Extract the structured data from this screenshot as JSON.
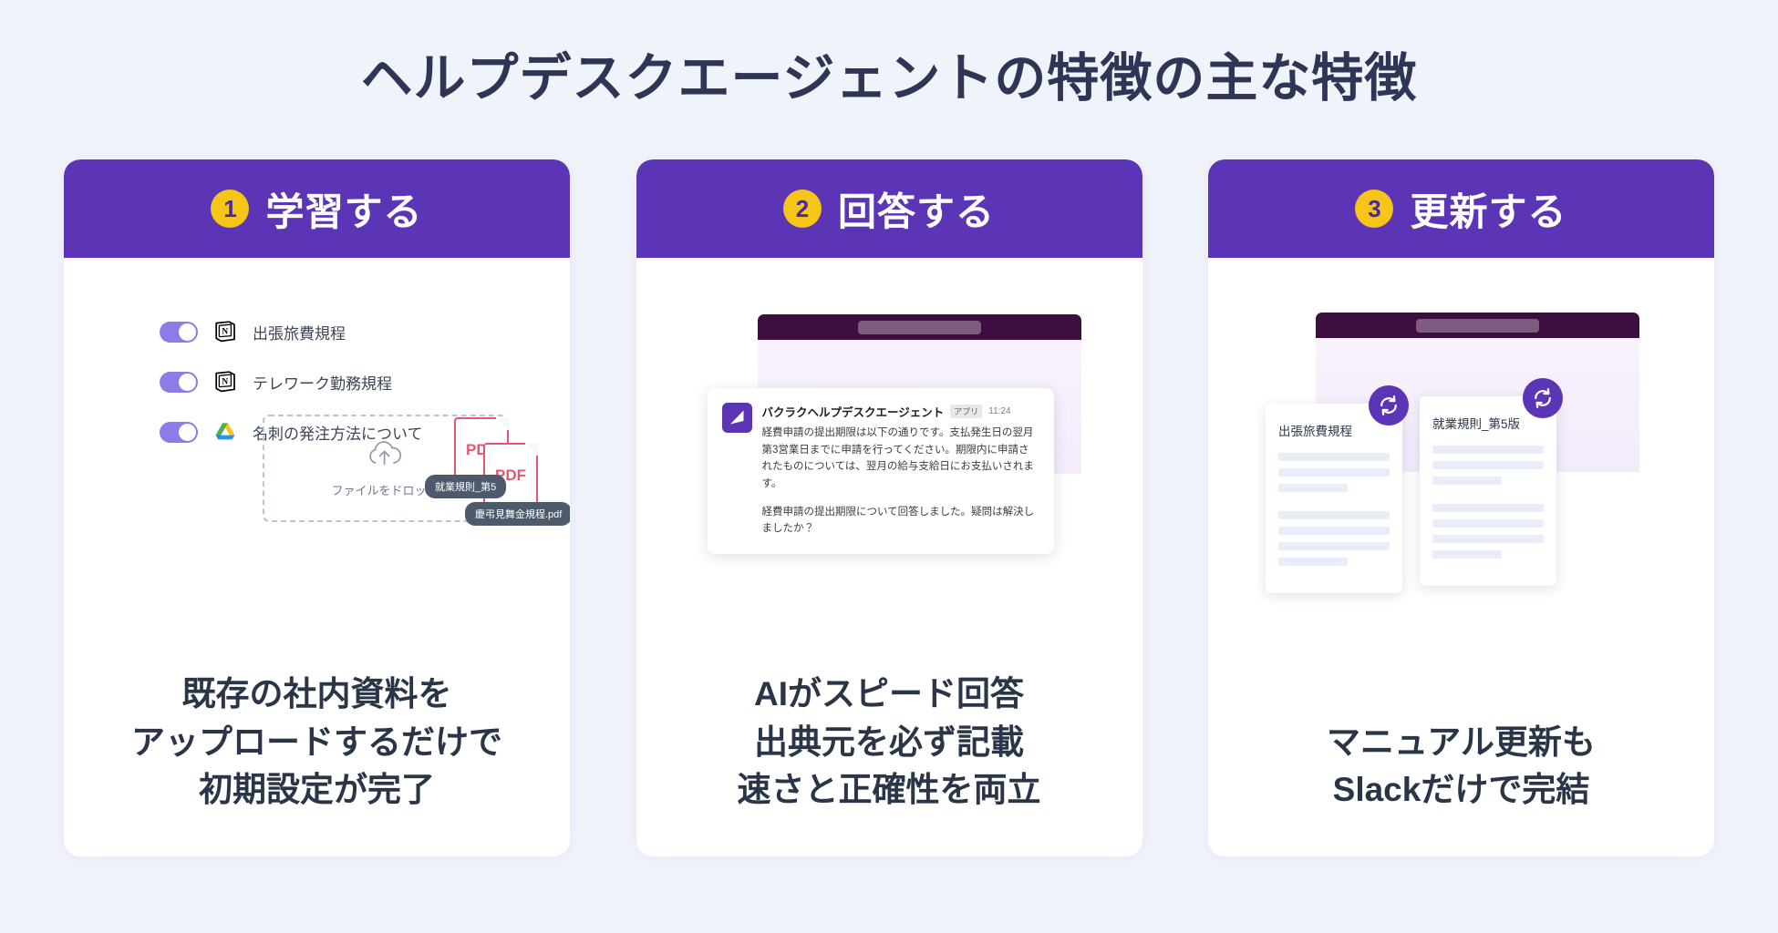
{
  "page": {
    "title": "ヘルプデスクエージェントの特徴の主な特徴",
    "background_color": "#f1f3fb",
    "accent_purple": "#5b35b5",
    "badge_yellow": "#f5c518",
    "heading_color": "#2e3555",
    "caption_color": "#2a3648"
  },
  "cards": [
    {
      "step": "1",
      "title": "学習する",
      "caption_lines": [
        "既存の社内資料を",
        "アップロードするだけで",
        "初期設定が完了"
      ],
      "sources": [
        {
          "icon": "notion-icon",
          "label": "出張旅費規程",
          "toggle_state": "on"
        },
        {
          "icon": "notion-icon",
          "label": "テレワーク勤務規程",
          "toggle_state": "on"
        },
        {
          "icon": "google-drive-icon",
          "label": "名刺の発注方法について",
          "toggle_state": "on"
        }
      ],
      "dropzone": {
        "icon": "cloud-upload-icon",
        "text": "ファイルをドロップ"
      },
      "files": [
        {
          "type_label": "PDF",
          "chip_label": "就業規則_第5"
        },
        {
          "type_label": "PDF",
          "chip_label": "慶弔見舞金規程.pdf"
        }
      ]
    },
    {
      "step": "2",
      "title": "回答する",
      "caption_lines": [
        "AIがスピード回答",
        "出典元を必ず記載",
        "速さと正確性を両立"
      ],
      "message": {
        "sender": "バクラクヘルプデスクエージェント",
        "app_badge": "アプリ",
        "time": "11:24",
        "paragraphs": [
          "経費申請の提出期限は以下の通りです。支払発生日の翌月第3営業日までに申請を行ってください。期限内に申請されたものについては、翌月の給与支給日にお支払いされます。",
          "経費申請の提出期限について回答しました。疑問は解決しましたか？"
        ]
      }
    },
    {
      "step": "3",
      "title": "更新する",
      "caption_lines": [
        "マニュアル更新も",
        "Slackだけで完結"
      ],
      "documents": [
        {
          "title": "出張旅費規程",
          "badge_icon": "sync-refresh-icon"
        },
        {
          "title": "就業規則_第5版",
          "badge_icon": "sync-refresh-icon"
        }
      ]
    }
  ]
}
